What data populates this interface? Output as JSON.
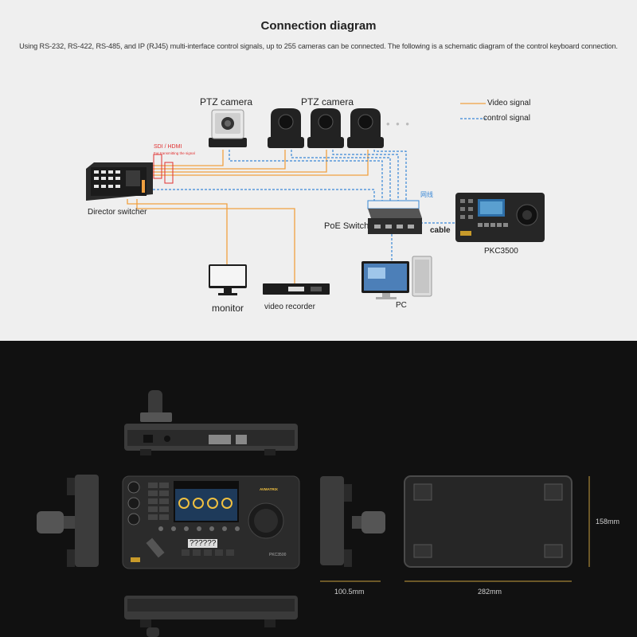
{
  "header": {
    "title": "Connection diagram",
    "subtitle": "Using RS-232, RS-422, RS-485, and IP (RJ45) multi-interface control signals, up to 255 cameras can be connected. The following is a schematic diagram of the control keyboard connection."
  },
  "diagram": {
    "ptz_camera_single_label": "PTZ camera",
    "ptz_camera_group_label": "PTZ camera",
    "sdi_hdmi_label": "SDI / HDMI",
    "sdi_note": "For transmitting the signal",
    "director_label": "Director switcher",
    "poe_label": "PoE Switch",
    "network_label": "网线",
    "cable_label": "cable",
    "controller_label": "PKC3500",
    "monitor_label": "monitor",
    "recorder_label": "video recorder",
    "pc_label": "PC",
    "more_label": "• • •",
    "legend": {
      "video": "Video signal",
      "control": "control signal"
    },
    "colors": {
      "video": "#f0a040",
      "control": "#3a88d6",
      "device_dark": "#1e1e1e"
    }
  },
  "product": {
    "brand": "AVMATRIX",
    "model": "PKC3500",
    "dim_depth": "100.5mm",
    "dim_width": "282mm",
    "dim_height": "158mm",
    "keys_placeholder": "??????"
  }
}
